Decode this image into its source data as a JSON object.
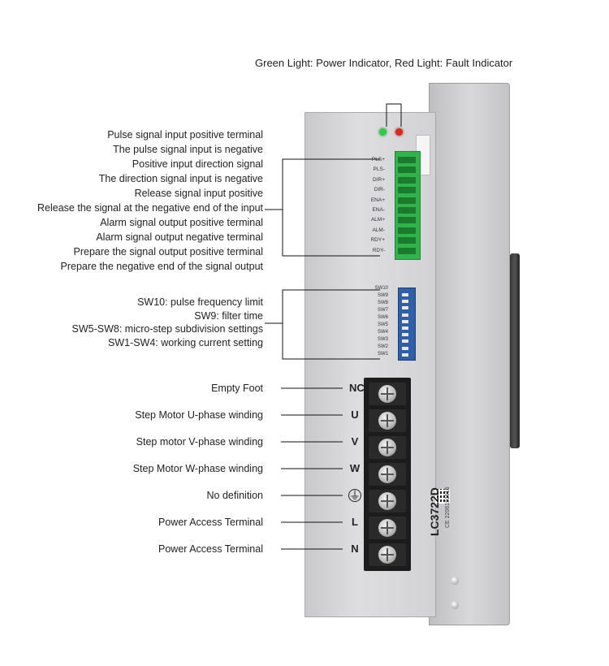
{
  "top_label": "Green Light: Power Indicator, Red Light: Fault Indicator",
  "signal_labels": [
    "Pulse signal input positive terminal",
    "The pulse signal input is negative",
    "Positive input direction signal",
    "The direction signal input is negative",
    "Release signal input positive",
    "Release the signal at the negative end of the input",
    "Alarm signal output positive terminal",
    "Alarm signal output negative terminal",
    "Prepare the signal output positive terminal",
    "Prepare the negative end of the signal output"
  ],
  "signal_pins": [
    "PLS+",
    "PLS-",
    "DIR+",
    "DIR-",
    "ENA+",
    "ENA-",
    "ALM+",
    "ALM-",
    "RDY+",
    "RDY-"
  ],
  "switch_labels": [
    "SW10: pulse frequency limit",
    "SW9: filter time",
    "SW5-SW8: micro-step subdivision settings",
    "SW1-SW4: working current setting"
  ],
  "switch_pins": [
    "SW10",
    "SW9",
    "SW8",
    "SW7",
    "SW6",
    "SW5",
    "SW4",
    "SW3",
    "SW2",
    "SW1"
  ],
  "power_labels": [
    "Empty Foot",
    "Step Motor U-phase winding",
    "Step motor V-phase winding",
    "Step Motor W-phase winding",
    "No definition",
    "Power Access Terminal",
    "Power Access Terminal"
  ],
  "power_terminals": [
    "NC",
    "U",
    "V",
    "W",
    "⏚",
    "L",
    "N"
  ],
  "model": "LC3722D",
  "serial": "CE 2206191915",
  "colors": {
    "terminal_green": "#2fb34a",
    "dip_blue": "#2f5fa8",
    "led_green": "#2ecc40",
    "led_red": "#d62a1e"
  }
}
